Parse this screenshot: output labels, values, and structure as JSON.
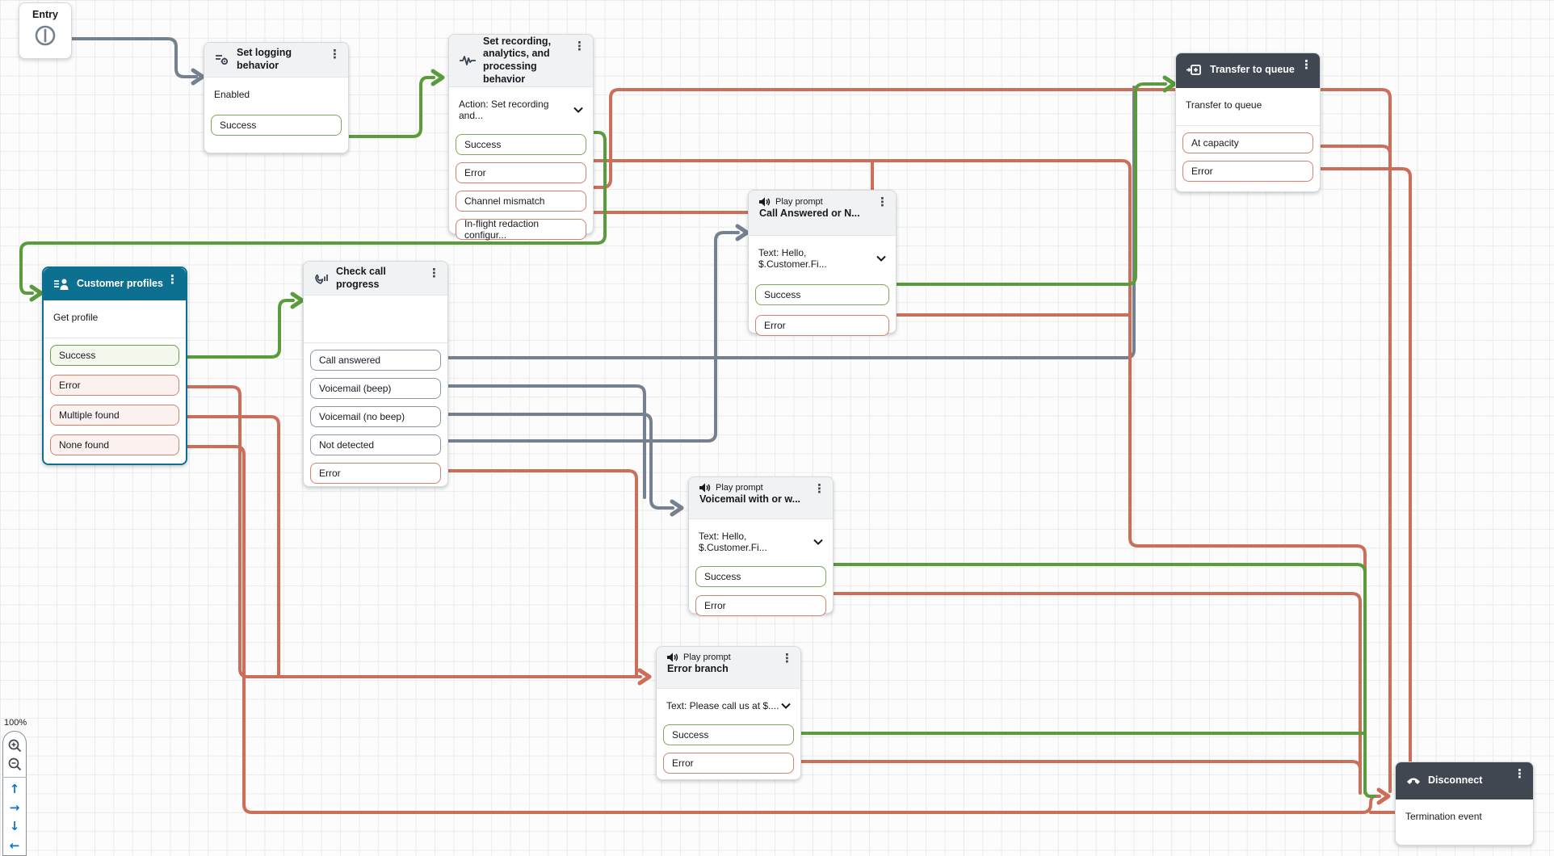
{
  "controls": {
    "zoom_level": "100%"
  },
  "colors": {
    "success": "#5A9B3C",
    "error": "#CB6F5A",
    "neutral": "#76818F",
    "header_dark": "#414751",
    "profiles_header": "#0E7090"
  },
  "nodes": {
    "entry": {
      "title": "Entry"
    },
    "set_logging": {
      "title": "Set logging behavior",
      "body": "Enabled",
      "outputs": [
        "Success"
      ]
    },
    "set_recording": {
      "title": "Set recording, analytics, and processing behavior",
      "body": "Action: Set recording and...",
      "outputs": [
        "Success",
        "Error",
        "Channel mismatch",
        "In-flight redaction configur..."
      ]
    },
    "transfer_queue": {
      "title": "Transfer to queue",
      "body": "Transfer to queue",
      "outputs": [
        "At capacity",
        "Error"
      ]
    },
    "play_call_answered": {
      "type_label": "Play prompt",
      "title": "Call Answered or N...",
      "body": "Text: Hello, $.Customer.Fi...",
      "outputs": [
        "Success",
        "Error"
      ]
    },
    "customer_profiles": {
      "title": "Customer profiles",
      "body": "Get profile",
      "outputs": [
        "Success",
        "Error",
        "Multiple found",
        "None found"
      ]
    },
    "check_call_progress": {
      "title": "Check call progress",
      "outputs": [
        "Call answered",
        "Voicemail (beep)",
        "Voicemail (no beep)",
        "Not detected",
        "Error"
      ]
    },
    "play_voicemail": {
      "type_label": "Play prompt",
      "title": "Voicemail with or w...",
      "body": "Text: Hello, $.Customer.Fi...",
      "outputs": [
        "Success",
        "Error"
      ]
    },
    "play_error_branch": {
      "type_label": "Play prompt",
      "title": "Error branch",
      "body": "Text: Please call us at $....",
      "outputs": [
        "Success",
        "Error"
      ]
    },
    "disconnect": {
      "title": "Disconnect",
      "body": "Termination event"
    }
  }
}
